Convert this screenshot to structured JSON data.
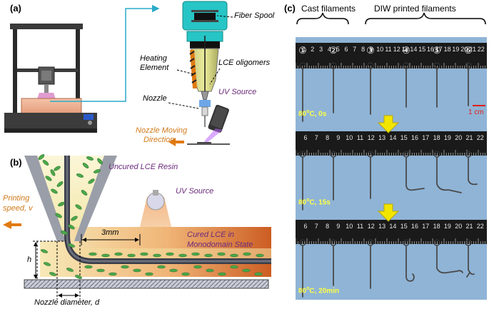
{
  "panel_a": {
    "label": "(a)",
    "callouts": {
      "fiber_spool": "Fiber Spool",
      "heating_element_1": "Heating",
      "heating_element_2": "Element",
      "lce_oligomers": "LCE oligomers",
      "nozzle": "Nozzle",
      "uv_source": "UV Source",
      "moving_1": "Nozzle Moving",
      "moving_2": "Direction"
    }
  },
  "panel_b": {
    "label": "(b)",
    "uncured": "Uncured LCE Resin",
    "printing_speed_1": "Printing",
    "printing_speed_2": "speed, v",
    "uv_source": "UV Source",
    "distance": "3mm",
    "cured_1": "Cured LCE in",
    "cured_2": "Monodomain State",
    "h": "h",
    "nozzle_diameter": "Nozzle diameter, d"
  },
  "panel_c": {
    "label": "(c)",
    "cast_header": "Cast filaments",
    "diw_header": "DIW printed filaments",
    "numbers": [
      "①",
      "②",
      "③",
      "④",
      "⑤",
      "⑥"
    ],
    "scale_bar": "1 cm",
    "frames": [
      {
        "base": "80",
        "sup": "o",
        "rest": "C, 0s"
      },
      {
        "base": "80",
        "sup": "o",
        "rest": "C, 15s"
      },
      {
        "base": "80",
        "sup": "o",
        "rest": "C, 20min"
      }
    ],
    "ruler_top": [
      "1",
      "2",
      "3",
      "4",
      "5",
      "6",
      "7",
      "8",
      "9",
      "10",
      "11",
      "12",
      "13",
      "14",
      "15",
      "16",
      "17",
      "18",
      "19",
      "20",
      "21",
      "22"
    ],
    "ruler_mid": [
      "6",
      "7",
      "8",
      "9",
      "10",
      "11",
      "12",
      "13",
      "14",
      "15",
      "16",
      "17",
      "18",
      "19",
      "20",
      "21",
      "22"
    ],
    "ruler_bot": [
      "6",
      "7",
      "8",
      "9",
      "10",
      "11",
      "12",
      "13",
      "14",
      "15",
      "16",
      "17",
      "18",
      "19",
      "20",
      "21",
      "22"
    ]
  },
  "colors": {
    "label_purple": "#6a2a7a",
    "label_orange": "#d27a1a",
    "arrow_orange": "#e07a10",
    "photo_blue": "#8fb4d6",
    "ruler_black": "#1a1a1a",
    "frame_text": "#ffff40",
    "down_arrow": "#f2e600"
  }
}
